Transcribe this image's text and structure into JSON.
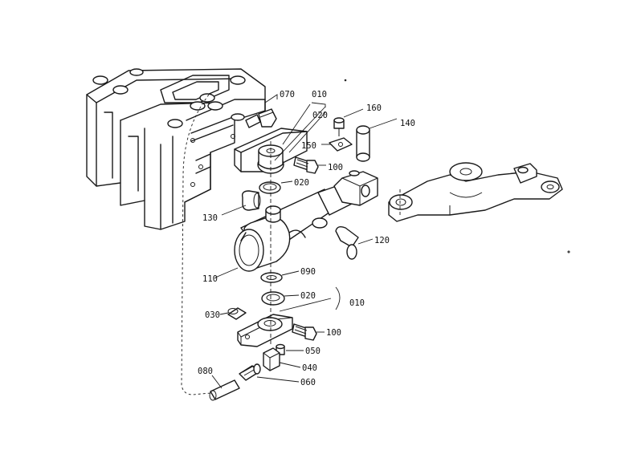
{
  "diagram": {
    "callouts": {
      "p070": "070",
      "p010_top": "010",
      "p020_top": "020",
      "p160": "160",
      "p140": "140",
      "p150": "150",
      "p100_top": "100",
      "p020_mid": "020",
      "p130": "130",
      "p120": "120",
      "p110": "110",
      "p090": "090",
      "p020_low": "020",
      "p010_low": "010",
      "p030": "030",
      "p100_low": "100",
      "p050": "050",
      "p040": "040",
      "p080": "080",
      "p060": "060"
    }
  }
}
